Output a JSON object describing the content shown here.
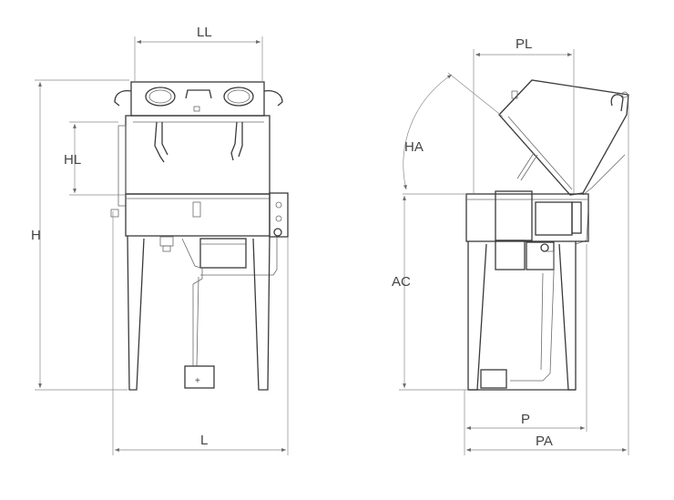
{
  "labels": {
    "LL": "LL",
    "HL": "HL",
    "H": "H",
    "L": "L",
    "PL": "PL",
    "HA": "HA",
    "AC": "AC",
    "P": "P",
    "PA": "PA"
  },
  "colors": {
    "line": "#3a3a3a",
    "dimension": "#8a8a8a",
    "text": "#444444",
    "background": "#ffffff"
  },
  "symbols": {
    "plus": "+"
  }
}
